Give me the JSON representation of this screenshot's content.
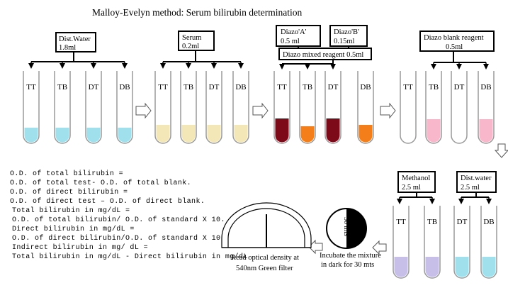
{
  "title": "Malloy-Evelyn method: Serum bilirubin determination",
  "colors": {
    "blue": "#9fe0ec",
    "cream": "#f3e7b8",
    "maroon": "#7d0a18",
    "orange": "#f47f1a",
    "pink": "#f8b7cb",
    "lavender": "#c7bfe8",
    "tube_border": "#9a9a9a"
  },
  "steps": {
    "step1": {
      "reagent": [
        "Dist.Water",
        "1.8ml"
      ],
      "tubes": [
        "TT",
        "TB",
        "DT",
        "DB"
      ]
    },
    "step2": {
      "reagent": [
        "Serum",
        "0.2ml"
      ],
      "tubes": [
        "TT",
        "TB",
        "DT",
        "DB"
      ]
    },
    "step3": {
      "diazo_a": [
        "Diazo'A'",
        "0.5 ml"
      ],
      "diazo_b": [
        "Diazo'B'",
        "0.15ml"
      ],
      "mixed": "Diazo mixed reagent 0.5ml",
      "tubes": [
        "TT",
        "TB",
        "DT",
        "DB"
      ]
    },
    "step4": {
      "reagent": [
        "Diazo blank reagent",
        "0.5ml"
      ],
      "tubes": [
        "TT",
        "TB",
        "DT",
        "DB"
      ]
    },
    "step5": {
      "methanol": [
        "Methanol",
        "2.5 ml"
      ],
      "water": [
        "Dist.water",
        "2.5 ml"
      ],
      "tubes": [
        "TT",
        "TB",
        "DT",
        "DB"
      ]
    }
  },
  "timer": {
    "label": "30 mts"
  },
  "incubate": [
    "Incubate the mixture",
    "in dark for 30 mts"
  ],
  "densitometer": [
    "Read optical density at",
    "540nm Green filter"
  ],
  "formulas": [
    "O.D. of total bilirubin =",
    "O.D. of total test- O.D. of total blank.",
    "O.D. of direct bilirubin =",
    "O.D. of direct test – O.D. of direct blank.",
    "Total bilirubin in mg/dL  =",
    "O.D. of total bilirubin/ O.D. of standard X 10.",
    "Direct bilirubin in mg/dL =",
    "O.D. of direct bilirubin/O.D. of standard X 10",
    "Indirect bilirubin in mg/ dL =",
    "Total bilirubin in mg/dL  - Direct bilirubin in mg/dL"
  ]
}
